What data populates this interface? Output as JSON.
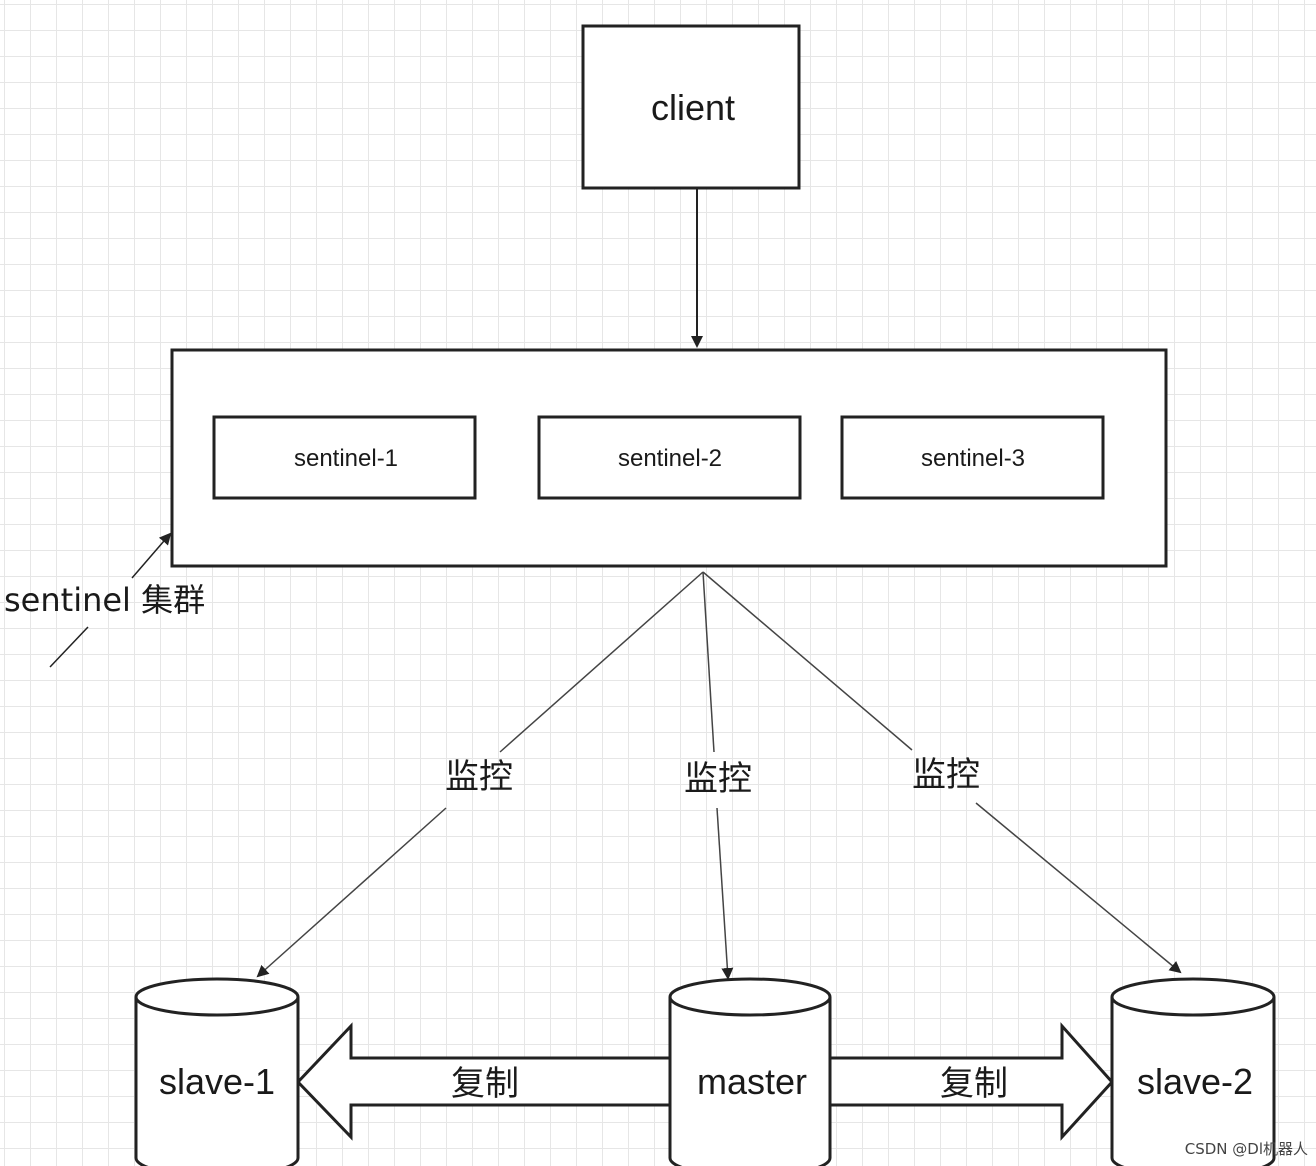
{
  "nodes": {
    "client": "client",
    "sentinel_1": "sentinel-1",
    "sentinel_2": "sentinel-2",
    "sentinel_3": "sentinel-3",
    "sentinel_cluster": "sentinel 集群",
    "slave_1": "slave-1",
    "master": "master",
    "slave_2": "slave-2"
  },
  "edges": {
    "monitor_left": "监控",
    "monitor_center": "监控",
    "monitor_right": "监控",
    "replicate_left": "复制",
    "replicate_right": "复制"
  },
  "watermark": "CSDN @Dl机器人",
  "colors": {
    "stroke": "#222222",
    "grid": "#e6e6e6",
    "background": "#ffffff"
  }
}
